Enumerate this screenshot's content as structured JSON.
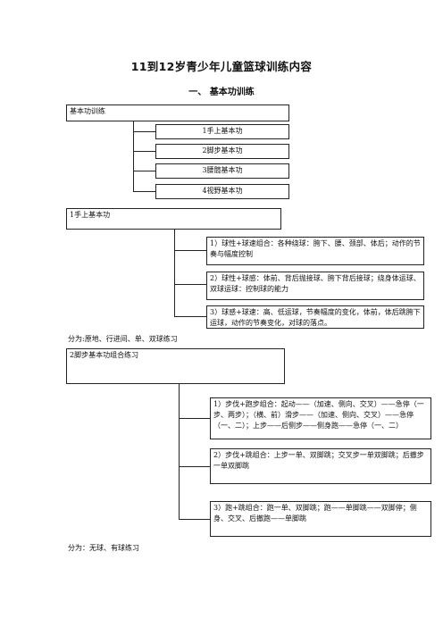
{
  "doc": {
    "title": "11到12岁青少年儿童篮球训练内容",
    "section": "一、  基本功训练"
  },
  "diagram1": {
    "root": "基本功训练",
    "items": [
      "1手上基本功",
      "2脚步基本功",
      "3腰髋基本功",
      "4视野基本功"
    ]
  },
  "diagram2": {
    "root": "1手上基本功",
    "items": [
      "1）球性+球速组合：各种绕球：胯下、腰、颈部、体后；动作的节奏与幅度控制",
      "2）球性+球感：体前、背后抛接球、胯下背后接球；绕身体运球、双球运球：控制球的能力",
      "3）球感+球速：高、低运球，节奏幅度的变化，体前，体后跳胯下运球，动作的节奏变化，对球的落点。"
    ],
    "note": "分为:原地、行进间、单、双球练习"
  },
  "diagram3": {
    "root": "2脚步基本功组合练习",
    "items": [
      "1）步伐+跑步组合：起动——（加速、侧向、交叉）——急停（一步、两步）；（横、前）滑步——（加速、侧向、交叉）——急停（一、二）；上步——后侧步——侧身跑——急停（一、二）",
      "2）步伐+跳组合：上步一单、双脚跳；交叉步一单双脚跳；后撤步一单双脚跳",
      "3）跑+跳组合：跑一单、双脚跳；跑——单脚跳——双脚停；侧身、交叉、后撤跑——单脚跳"
    ],
    "note": "分为：无球、有球练习"
  }
}
